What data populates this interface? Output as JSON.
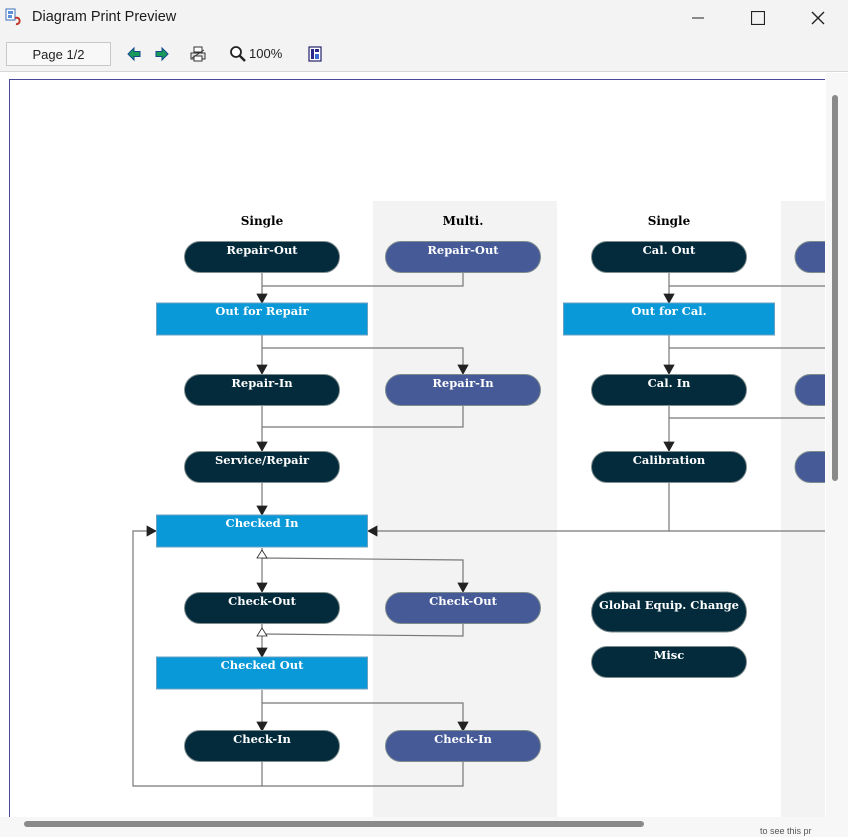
{
  "window": {
    "title": "Diagram Print Preview"
  },
  "toolbar": {
    "page_label": "Page 1/2",
    "zoom_label": "100%"
  },
  "icons": {
    "app": "diagram-preview-app-icon",
    "minimize": "minimize-icon",
    "maximize": "maximize-icon",
    "close": "close-icon",
    "prev": "arrow-left-icon",
    "next": "arrow-right-icon",
    "print": "printer-icon",
    "zoom": "magnifier-icon",
    "page_setup": "page-setup-icon"
  },
  "colors": {
    "node_dark": "#032b3c",
    "node_blue": "#455a96",
    "state_box": "#0a99d8",
    "lane_bg": "#f3f3f3",
    "connector": "#777777"
  },
  "diagram": {
    "lanes": [
      {
        "header": "Single"
      },
      {
        "header": "Multi."
      },
      {
        "header": "Single"
      }
    ],
    "nodes": {
      "repair_out_single": "Repair-Out",
      "repair_out_multi": "Repair-Out",
      "out_for_repair": "Out for Repair",
      "repair_in_single": "Repair-In",
      "repair_in_multi": "Repair-In",
      "service_repair": "Service/Repair",
      "checked_in": "Checked In",
      "check_out_single": "Check-Out",
      "check_out_multi": "Check-Out",
      "checked_out": "Checked Out",
      "check_in_single": "Check-In",
      "check_in_multi": "Check-In",
      "cal_out": "Cal. Out",
      "out_for_cal": "Out for Cal.",
      "cal_in": "Cal. In",
      "calibration": "Calibration",
      "global_equip_change": "Global Equip. Change",
      "misc": "Misc"
    }
  },
  "statusbar": {
    "corner_text": "to see this pr"
  }
}
